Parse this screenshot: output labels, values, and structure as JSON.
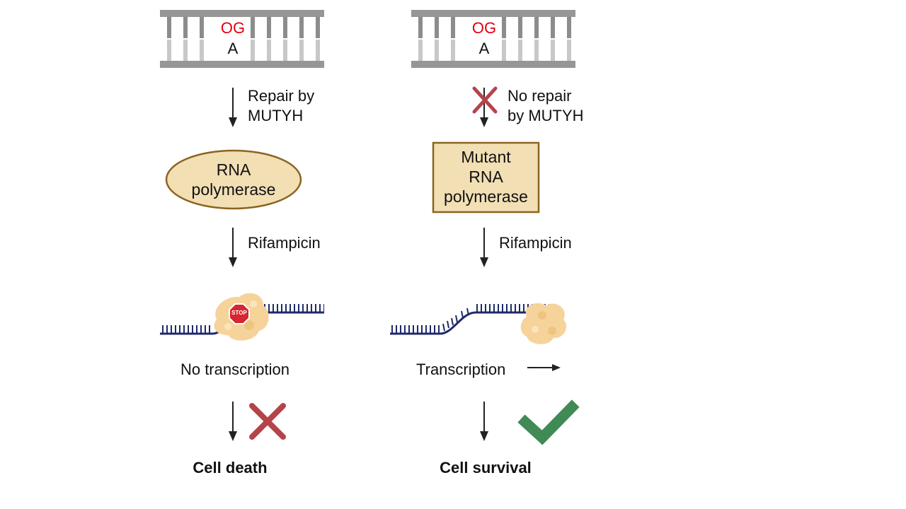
{
  "left": {
    "dna": {
      "top_base": "OG",
      "bottom_base": "A"
    },
    "step1_label": [
      "Repair by",
      "MUTYH"
    ],
    "enzyme_label": [
      "RNA",
      "polymerase"
    ],
    "step2_label": "Rifampicin",
    "stop_sign": "STOP",
    "outcome_label": "No transcription",
    "result_icon": "cross-icon",
    "final_label": "Cell death"
  },
  "right": {
    "dna": {
      "top_base": "OG",
      "bottom_base": "A"
    },
    "step1_label": [
      "No repair",
      "by MUTYH"
    ],
    "enzyme_label": [
      "Mutant",
      "RNA",
      "polymerase"
    ],
    "step2_label": "Rifampicin",
    "outcome_label": "Transcription",
    "result_icon": "check-icon",
    "final_label": "Cell survival"
  },
  "colors": {
    "dna_backbone": "#969696",
    "dna_bases": "#c8c8c8",
    "og_text": "#e3000f",
    "enzyme_fill": "#f2dfb4",
    "enzyme_border": "#8a6420",
    "strand": "#1f2a6b",
    "cross": "#b5434a",
    "check": "#3f8a55",
    "arrow": "#222222"
  }
}
